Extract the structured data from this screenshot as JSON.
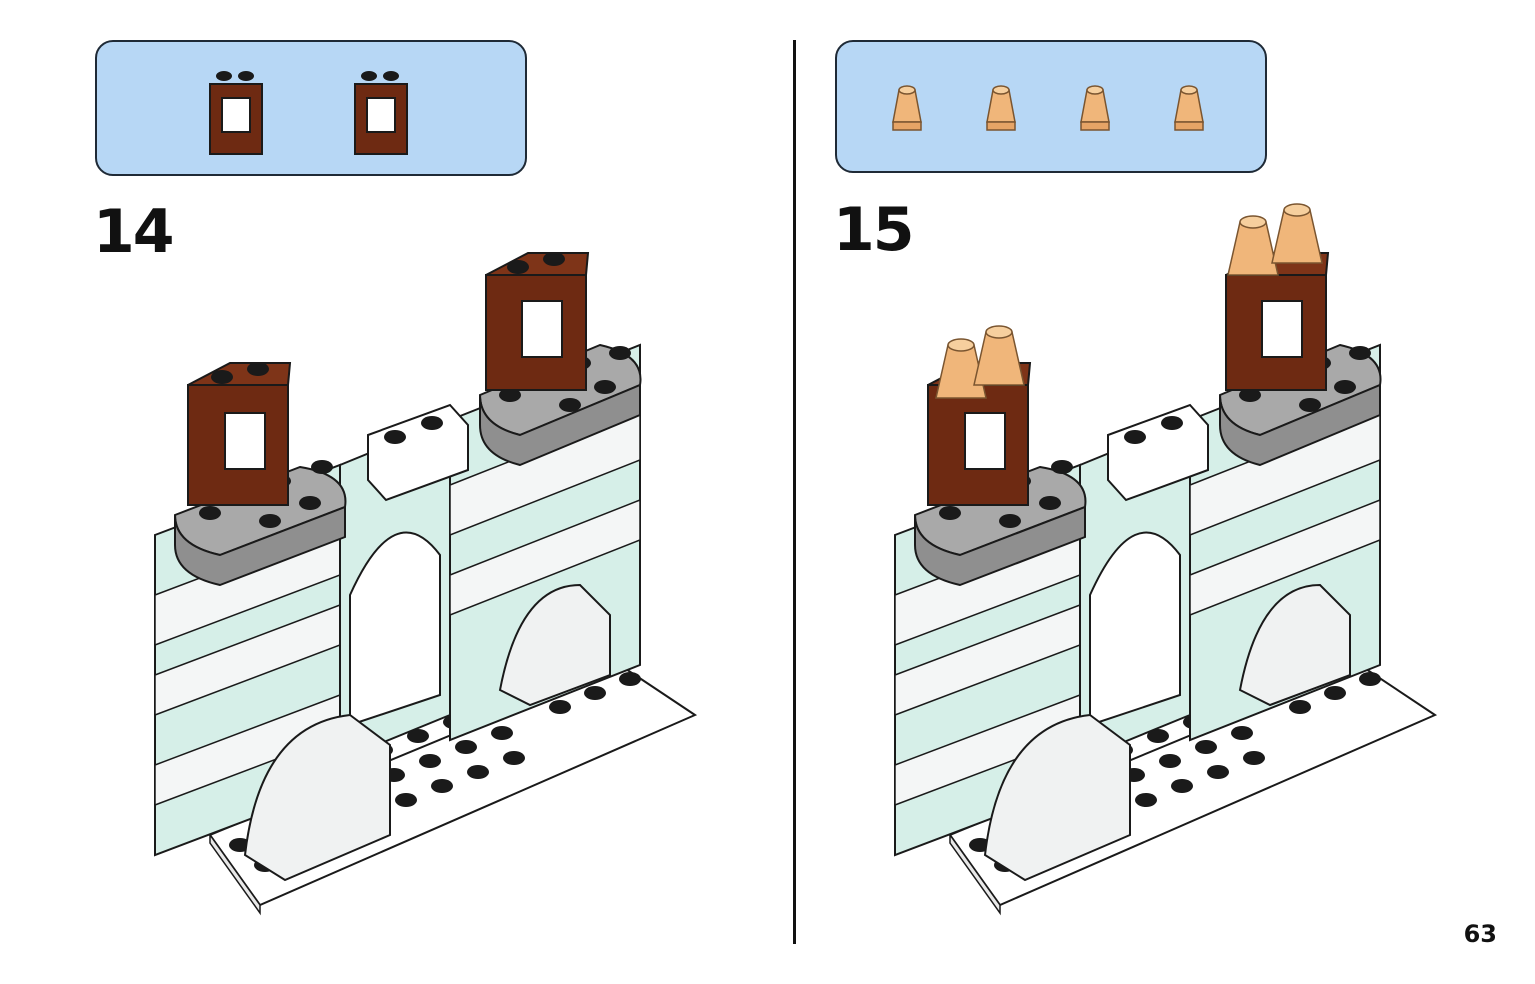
{
  "steps": [
    {
      "number": "14",
      "parts": [
        {
          "icon": "window-frame-brick-icon",
          "color": "#6e2a12"
        },
        {
          "icon": "window-frame-brick-icon",
          "color": "#6e2a12"
        }
      ]
    },
    {
      "number": "15",
      "parts": [
        {
          "icon": "cone-brick-icon",
          "color": "#f0b67a"
        },
        {
          "icon": "cone-brick-icon",
          "color": "#f0b67a"
        },
        {
          "icon": "cone-brick-icon",
          "color": "#f0b67a"
        },
        {
          "icon": "cone-brick-icon",
          "color": "#f0b67a"
        }
      ]
    }
  ],
  "page_number": "63",
  "colors": {
    "parts_box_bg": "#b7d7f5",
    "brown": "#6e2a12",
    "tan": "#f0b67a",
    "mint": "#d6efe8",
    "grey": "#a9a9a9",
    "black": "#1a1a1a"
  }
}
